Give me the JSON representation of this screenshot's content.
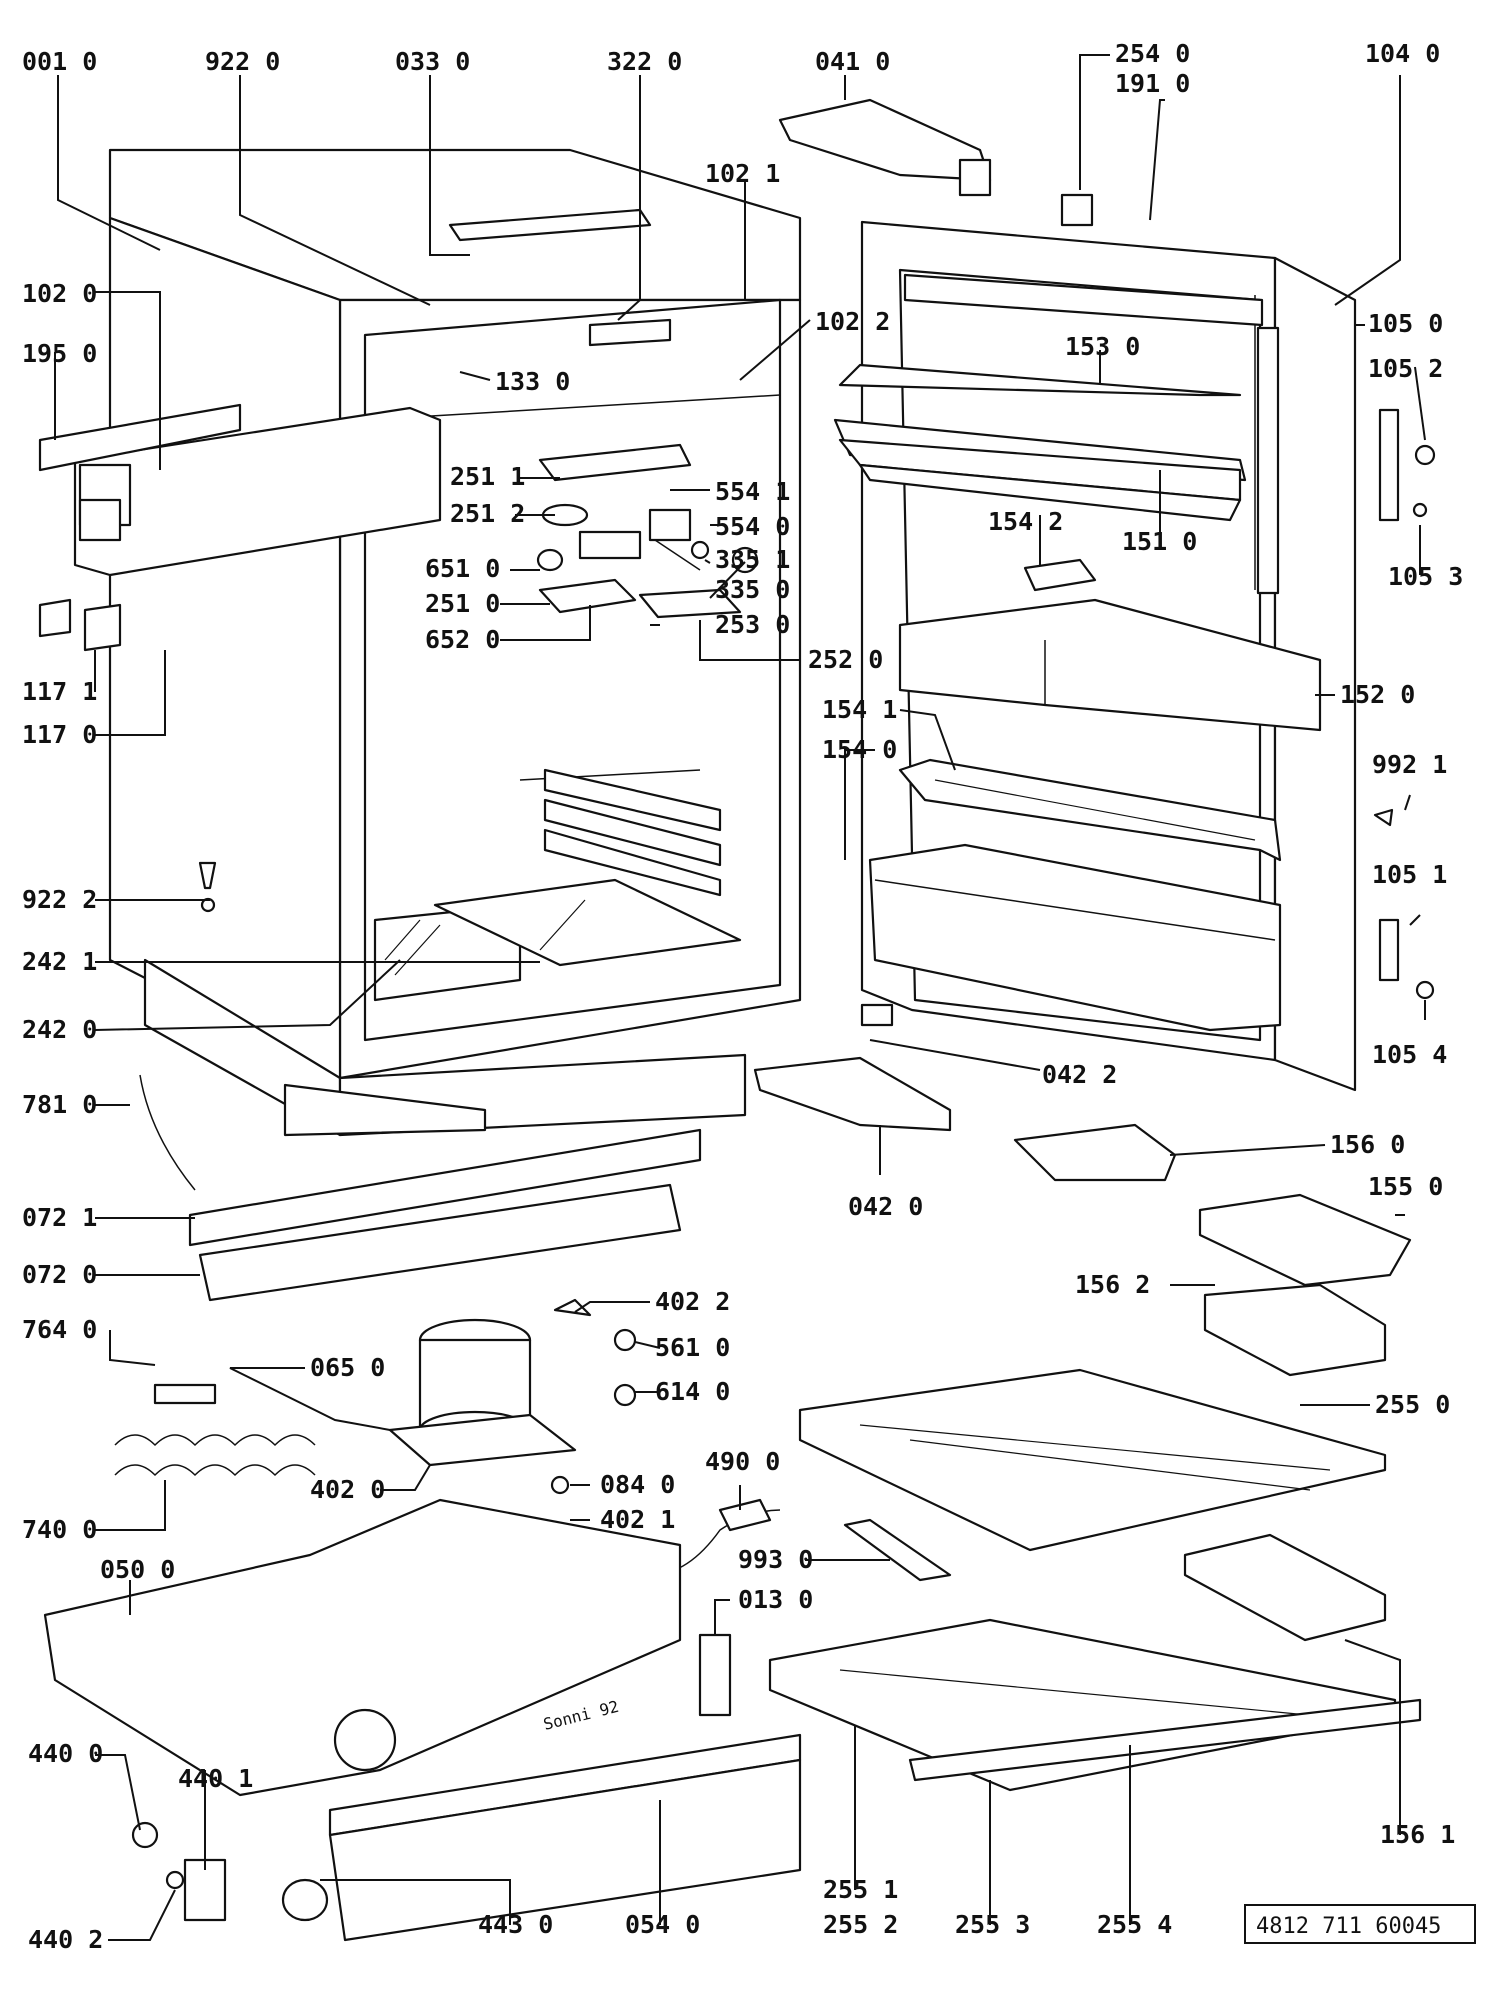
{
  "document_number": "4812 711 60045",
  "stamp_text": "Sonni 92",
  "part_labels": [
    "001 0",
    "922 0",
    "033 0",
    "322 0",
    "041 0",
    "254 0",
    "191 0",
    "104 0",
    "102 1",
    "102 0",
    "195 0",
    "102 2",
    "133 0",
    "153 0",
    "105 0",
    "105 2",
    "251 1",
    "554 1",
    "251 2",
    "554 0",
    "154 2",
    "151 0",
    "105 3",
    "651 0",
    "335 1",
    "251 0",
    "335 0",
    "253 0",
    "652 0",
    "252 0",
    "152 0",
    "117 1",
    "117 0",
    "154 1",
    "154 0",
    "992 1",
    "105 1",
    "922 2",
    "242 1",
    "242 0",
    "105 4",
    "042 2",
    "781 0",
    "156 0",
    "042 0",
    "072 1",
    "155 0",
    "072 0",
    "156 2",
    "402 2",
    "764 0",
    "561 0",
    "065 0",
    "614 0",
    "255 0",
    "084 0",
    "490 0",
    "402 0",
    "402 1",
    "740 0",
    "993 0",
    "050 0",
    "013 0",
    "440 0",
    "440 1",
    "156 1",
    "255 1",
    "255 2",
    "255 3",
    "255 4",
    "440 2",
    "443 0",
    "054 0"
  ]
}
